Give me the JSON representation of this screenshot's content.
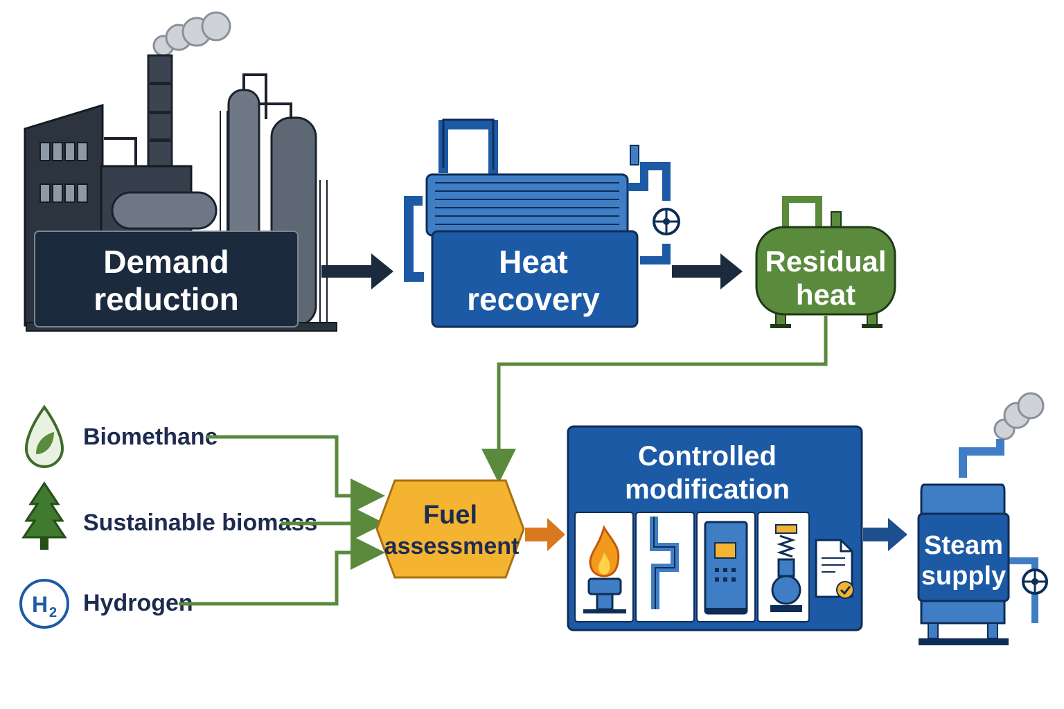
{
  "stages": {
    "demand_reduction": {
      "line1": "Demand",
      "line2": "reduction"
    },
    "heat_recovery": {
      "line1": "Heat",
      "line2": "recovery"
    },
    "residual_heat": {
      "line1": "Residual",
      "line2": "heat"
    },
    "fuel_assessment": {
      "line1": "Fuel",
      "line2": "assessment"
    },
    "controlled_modification": {
      "line1": "Controlled",
      "line2": "modification"
    },
    "steam_supply": {
      "line1": "Steam",
      "line2": "supply"
    }
  },
  "fuels": [
    {
      "label": "Biomethane",
      "icon": "leaf-drop-icon"
    },
    {
      "label": "Sustainable biomass",
      "icon": "pine-tree-icon"
    },
    {
      "label": "Hydrogen",
      "icon": "hydrogen-icon"
    }
  ],
  "hydrogen_symbol": {
    "letter": "H",
    "subscript": "2"
  },
  "modification_icons": [
    "burner-flame-icon",
    "pipework-icon",
    "control-panel-icon",
    "safety-valve-icon",
    "checklist-document-icon"
  ],
  "colors": {
    "dark_navy": "#1b2a3d",
    "blue": "#1d5aa6",
    "green": "#5a8a3c",
    "orange": "#f4b431",
    "arrow_orange": "#d9781f",
    "text_dark": "#1d2b4f"
  }
}
